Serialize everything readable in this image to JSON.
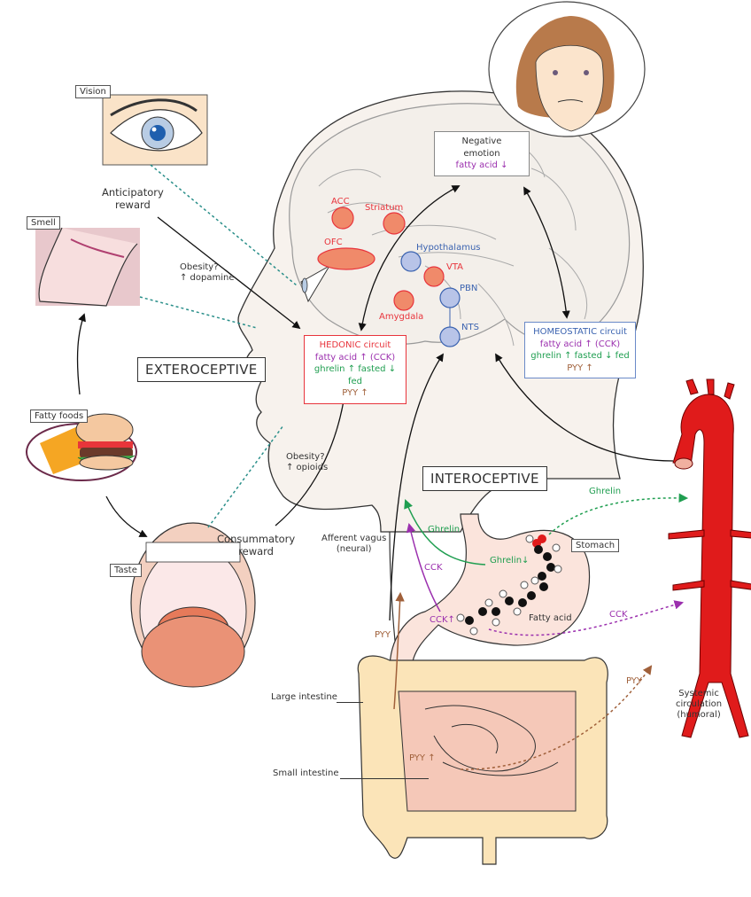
{
  "sensory_inputs": {
    "vision": "Vision",
    "smell": "Smell",
    "taste": "Taste",
    "fatty_foods": "Fatty foods"
  },
  "rewards": {
    "anticipatory": [
      "Anticipatory",
      "reward"
    ],
    "consummatory": [
      "Consummatory",
      "reward"
    ]
  },
  "obesity_notes": {
    "dopamine": [
      "Obesity?",
      "↑ dopamine"
    ],
    "opioids": [
      "Obesity?",
      "↑ opioids"
    ]
  },
  "sections": {
    "exteroceptive": "EXTEROCEPTIVE",
    "interoceptive": "INTEROCEPTIVE"
  },
  "brain_regions": {
    "acc": "ACC",
    "striatum": "Striatum",
    "ofc": "OFC",
    "hypothalamus": "Hypothalamus",
    "vta": "VTA",
    "pbn": "PBN",
    "amygdala": "Amygdala",
    "nts": "NTS"
  },
  "negative_emotion": {
    "line1": "Negative",
    "line2": "emotion",
    "fatty_acid": "fatty acid ↓"
  },
  "hedonic_circuit": {
    "title": "HEDONIC circuit",
    "fatty_acid": "fatty acid ↑ (CCK)",
    "ghrelin": "ghrelin ↑ fasted ↓ fed",
    "pyy": "PYY ↑"
  },
  "homeostatic_circuit": {
    "title": "HOMEOSTATIC circuit",
    "fatty_acid": "fatty acid ↑ (CCK)",
    "ghrelin": "ghrelin ↑ fasted ↓ fed",
    "pyy": "PYY ↑"
  },
  "gut": {
    "afferent_vagus": [
      "Afferent vagus",
      "(neural)"
    ],
    "stomach": "Stomach",
    "fatty_acid": "Fatty acid",
    "ghrelin_arrow": "Ghrelin",
    "ghrelin_down": "Ghrelin↓",
    "cck_arrow": "CCK",
    "cck_up": "CCK↑",
    "pyy_arrow": "PYY",
    "pyy_up": "PYY ↑",
    "large_intestine": "Large intestine",
    "small_intestine": "Small intestine"
  },
  "circulation": {
    "ghrelin": "Ghrelin",
    "cck": "CCK",
    "pyy": "PYY",
    "label": [
      "Systemic",
      "circulation",
      "(humoral)"
    ]
  },
  "colors": {
    "hedonic": "#e8343c",
    "homeostatic": "#3b63b0",
    "fatty_acid": "#9b2fae",
    "ghrelin": "#1f9e50",
    "pyy": "#a0603a",
    "artery": "#e01b1b",
    "dotted_sensory": "#2a8f8a"
  }
}
